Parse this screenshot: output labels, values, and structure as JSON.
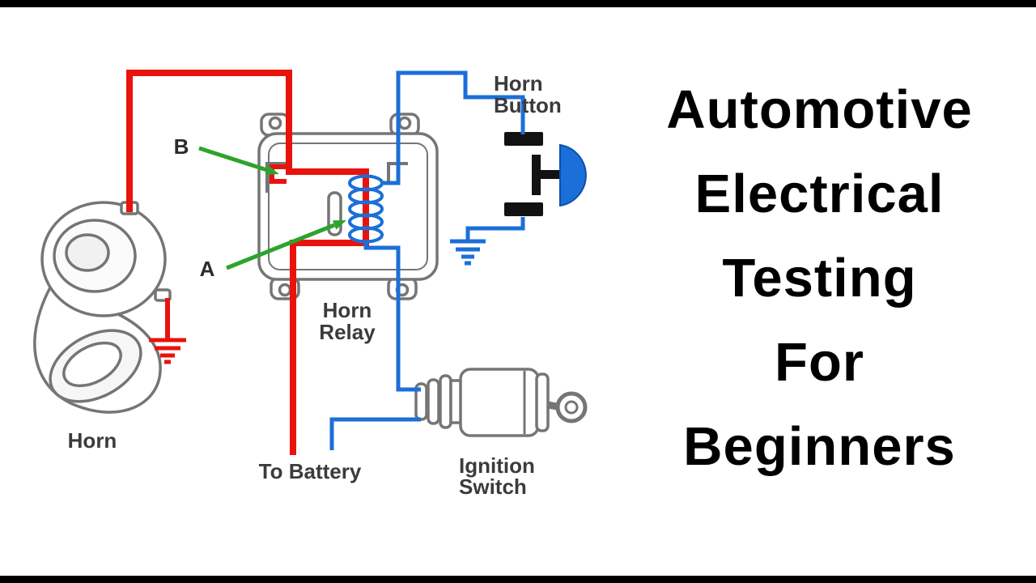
{
  "title_panel": {
    "lines": [
      "Automotive",
      "Electrical",
      "Testing",
      "For",
      "Beginners"
    ]
  },
  "diagram": {
    "labels": {
      "horn": "Horn",
      "relay": [
        "Horn",
        "Relay"
      ],
      "horn_button": [
        "Horn",
        "Button"
      ],
      "battery": "To Battery",
      "ignition": [
        "Ignition",
        "Switch"
      ],
      "terminal_b": "B",
      "terminal_a": "A"
    },
    "colors": {
      "power_wire_red": "#e8130c",
      "control_wire_blue": "#1b6fd8",
      "arrow_green": "#2ca42c",
      "component_outline_gray": "#757575",
      "label_text": "#3b3b3b",
      "title_text": "#000000",
      "letterbox_bar": "#000000"
    }
  }
}
